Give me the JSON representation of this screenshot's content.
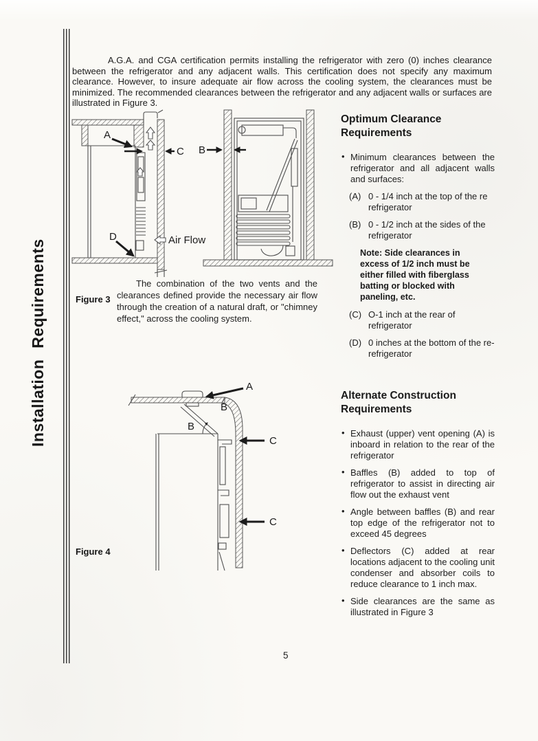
{
  "colors": {
    "paper": "#faf9f5",
    "ink": "#1e1e1e",
    "diagram_line": "#4f4f4f"
  },
  "page": {
    "sidebar_title": "Installation Requirements",
    "page_number": "5"
  },
  "intro": "A.G.A. and CGA certification permits installing the refrigerator with zero (0) inches clearance between the refrigerator and any adjacent walls. This certification does not specify any maximum clearance. However, to insure adequate air flow across the cooling system, the clearances must be minimized. The recommended clearances between the refrigerator and any adjacent walls or surfaces are illustrated in Figure 3.",
  "figure3": {
    "caption": "Figure 3",
    "description": "The combination of the two vents and the clearances defined provide the necessary air flow through the creation of a natural draft, or \"chimney effect,\" across the cooling system.",
    "labels": {
      "a": "A",
      "b": "B",
      "c": "C",
      "d": "D",
      "air_flow": "Air Flow"
    }
  },
  "optimum": {
    "title": "Optimum Clearance Requirements",
    "intro_bullet": "Minimum clearances between the refrigerator and all adjacent walls and surfaces:",
    "items": [
      {
        "label": "(A)",
        "text": "0 - 1/4 inch at the top of the re refrigerator"
      },
      {
        "label": "(B)",
        "text": "0 - 1/2 inch at the sides of the refrigerator"
      },
      {
        "label": "(C)",
        "text": "O-1 inch at the rear of refrigerator"
      },
      {
        "label": "(D)",
        "text": "0 inches at the bottom of the re-refrigerator"
      }
    ],
    "note": "Note: Side clearances in excess of 1/2 inch must be either filled with fiberglass batting or blocked with paneling, etc."
  },
  "figure4": {
    "caption": "Figure 4",
    "labels": {
      "a": "A",
      "b": "B",
      "c": "C"
    }
  },
  "alternate": {
    "title": "Alternate Construction Requirements",
    "bullets": [
      "Exhaust (upper) vent opening (A) is inboard in relation to the rear of the refrigerator",
      "Baffles (B) added to top of refrigerator to assist in directing air flow out the exhaust vent",
      "Angle between baffles (B) and rear top edge of the refrigerator not to exceed 45 degrees",
      "Deflectors (C) added at rear locations adjacent to the cooling unit condenser and absorber coils to reduce clearance to 1 inch max.",
      "Side clearances are the same as illustrated in Figure 3"
    ]
  }
}
